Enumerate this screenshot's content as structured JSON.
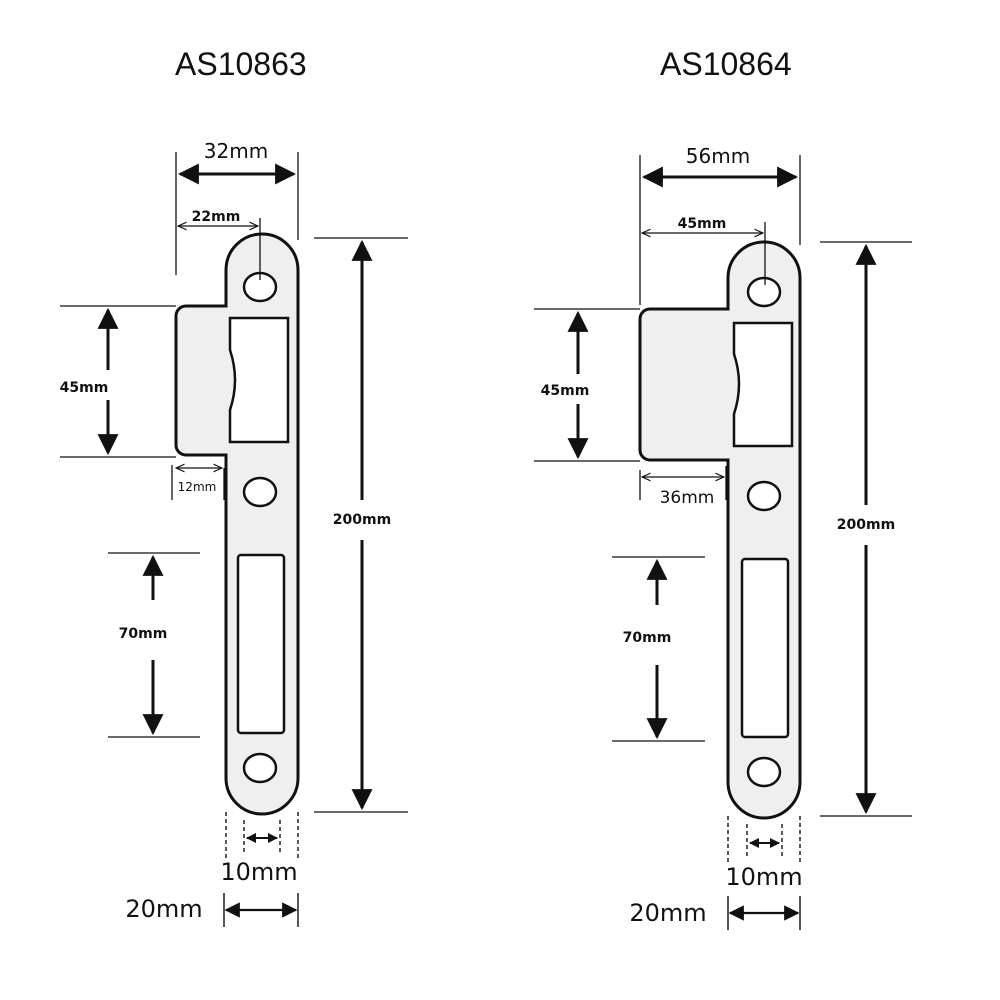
{
  "products": [
    {
      "code": "AS10863",
      "dims": {
        "overall_width": "32mm",
        "hole_offset": "22mm",
        "lip_height": "45mm",
        "lip_depth": "12mm",
        "length": "200mm",
        "slot_length": "70mm",
        "slot_width": "10mm",
        "plate_width": "20mm"
      }
    },
    {
      "code": "AS10864",
      "dims": {
        "overall_width": "56mm",
        "hole_offset": "45mm",
        "lip_height": "45mm",
        "lip_depth": "36mm",
        "length": "200mm",
        "slot_length": "70mm",
        "slot_width": "10mm",
        "plate_width": "20mm"
      }
    }
  ]
}
